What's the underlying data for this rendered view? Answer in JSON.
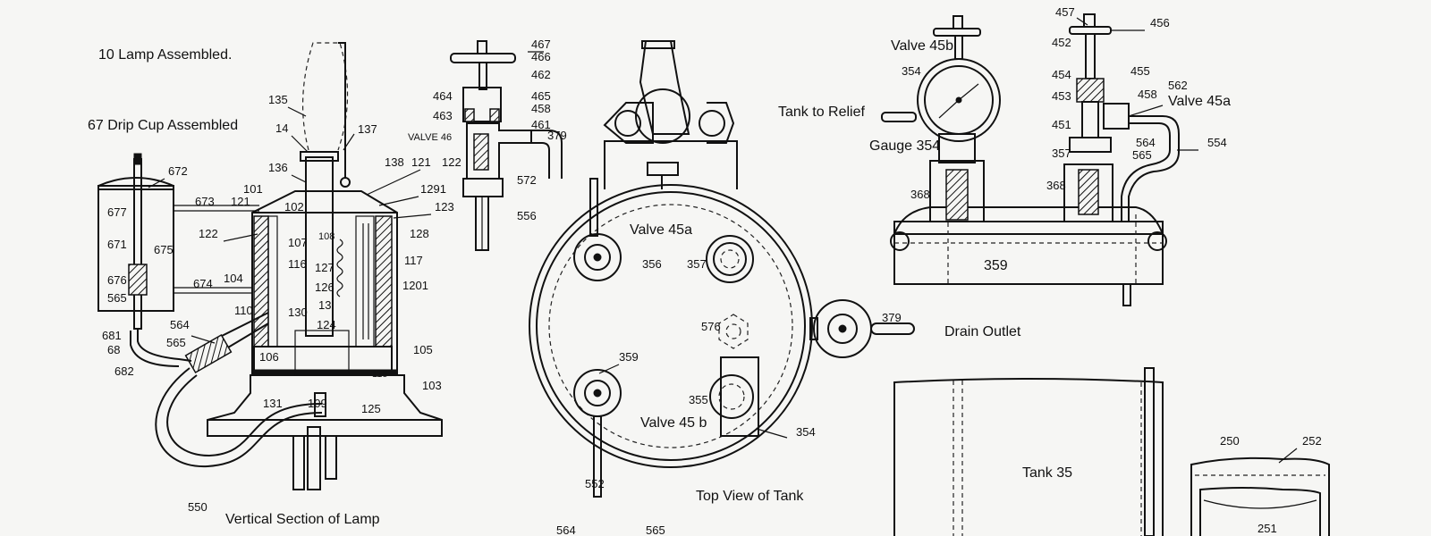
{
  "captions": {
    "lamp_assembled": "10 Lamp Assembled.",
    "drip_cup": "67 Drip Cup Assembled",
    "vertical_section": "Vertical Section of Lamp",
    "top_view": "Top View of Tank",
    "tank_relief": "Tank to Relief",
    "gauge": "Gauge 354",
    "drain_outlet": "Drain Outlet",
    "valve_45a_top": "Valve 45a",
    "valve_45b_top": "Valve 45 b",
    "valve_45b_side": "Valve 45b",
    "valve_45a_side": "Valve 45a",
    "valve_46": "VALVE 46",
    "tank_35": "Tank 35"
  },
  "callouts": {
    "c135": "135",
    "c137": "137",
    "c14": "14",
    "c136": "136",
    "c138": "138",
    "c121a": "121",
    "c122a": "122",
    "c1291": "1291",
    "c123": "123",
    "c101": "101",
    "c102": "102",
    "c672": "672",
    "c673": "673",
    "c121b": "121",
    "c677": "677",
    "c122b": "122",
    "c107": "107",
    "c108": "108",
    "c128": "128",
    "c671": "671",
    "c675": "675",
    "c116": "116",
    "c127": "127",
    "c117": "117",
    "c104": "104",
    "c674": "674",
    "c676": "676",
    "c126": "126",
    "c1201": "1201",
    "c565a": "565",
    "c13": "13",
    "c110": "110",
    "c130": "130",
    "c564a": "564",
    "c124": "124",
    "c565b": "565",
    "c681": "681",
    "c68": "68",
    "c105": "105",
    "c106": "106",
    "c682": "682",
    "c115": "115",
    "c103": "103",
    "c131": "131",
    "c109": "109",
    "c125": "125",
    "c550": "550",
    "c467": "467",
    "c466": "466",
    "c462": "462",
    "c464": "464",
    "c465": "465",
    "c463": "463",
    "c458a": "458",
    "c461": "461",
    "c379a": "379",
    "c572": "572",
    "c556": "556",
    "c356": "356",
    "c357a": "357",
    "c576": "576",
    "c379b": "379",
    "c359a": "359",
    "c355": "355",
    "c354a": "354",
    "c552": "552",
    "c564b": "564",
    "c565c": "565",
    "c457": "457",
    "c456": "456",
    "c452": "452",
    "c354b": "354",
    "c454": "454",
    "c455": "455",
    "c453": "453",
    "c458b": "458",
    "c562": "562",
    "c451": "451",
    "c564c": "564",
    "c554": "554",
    "c565d": "565",
    "c357b": "357",
    "c368a": "368",
    "c368b": "368",
    "c359b": "359",
    "c250": "250",
    "c252": "252",
    "c251": "251"
  }
}
